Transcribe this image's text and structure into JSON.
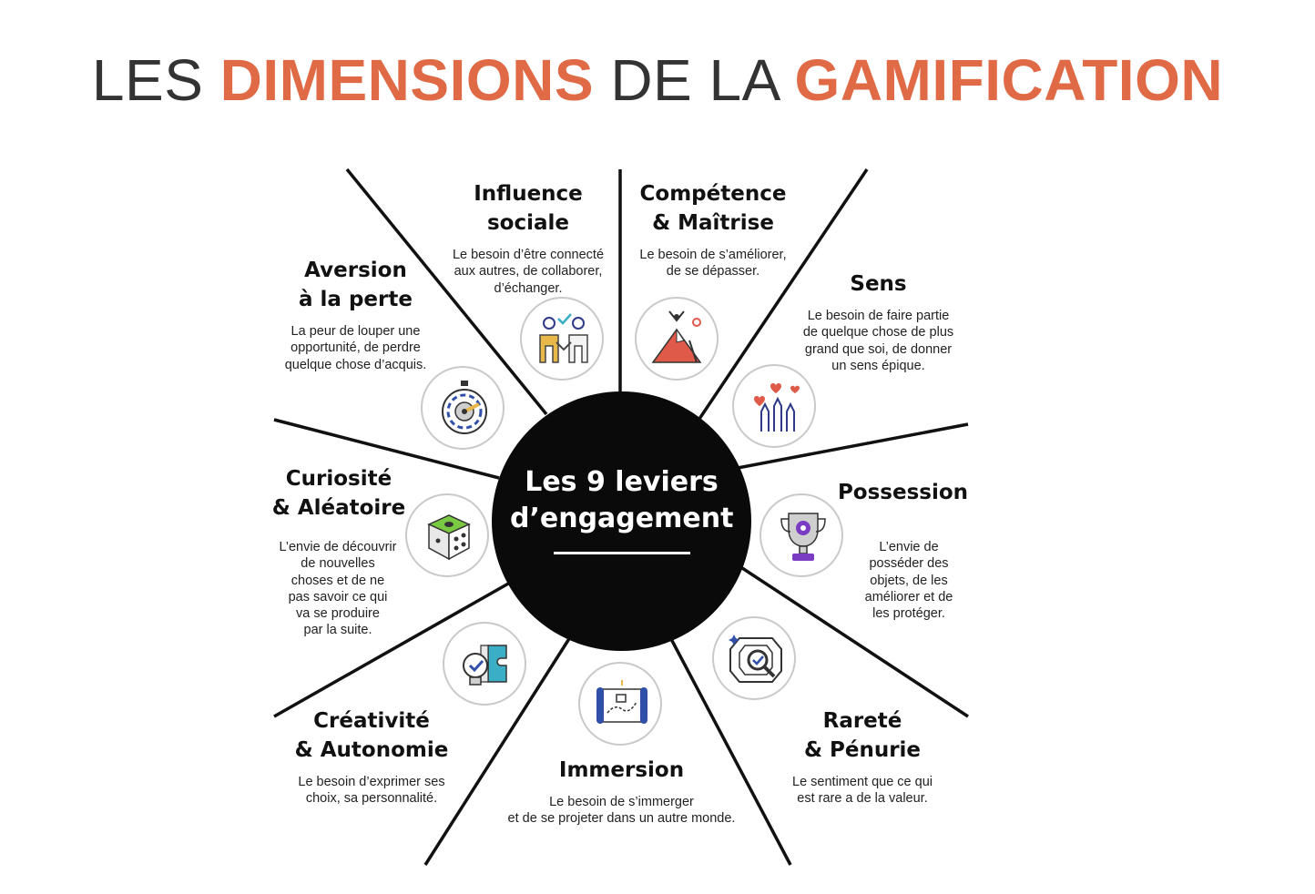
{
  "title": {
    "part1": "LES ",
    "accent1": "DIMENSIONS",
    "part2": " DE LA ",
    "accent2": "GAMIFICATION"
  },
  "colors": {
    "accent": "#e06a45",
    "hub": "#0a0a0a",
    "red": "#e05a4a",
    "blue": "#2f4fa8",
    "teal": "#3aaec4",
    "purple": "#7a3cc2",
    "green": "#7ac943",
    "gold": "#e8b94a"
  },
  "hub": {
    "line1": "Les 9 leviers",
    "line2": "d’engagement"
  },
  "levers": {
    "influence": {
      "title1": "Influence",
      "title2": "sociale",
      "desc": [
        "Le besoin d’être connecté",
        "aux autres, de collaborer,",
        "d’échanger."
      ],
      "icon": "collaboration-icon"
    },
    "competence": {
      "title1": "Compétence",
      "title2": "& Maîtrise",
      "desc": [
        "Le besoin de s’améliorer,",
        "de se dépasser."
      ],
      "icon": "mountain-summit-icon"
    },
    "sens": {
      "title1": "Sens",
      "desc": [
        "Le besoin de faire partie",
        "de quelque chose de plus",
        "grand que soi, de donner",
        "un sens épique."
      ],
      "icon": "raised-hands-hearts-icon"
    },
    "possession": {
      "title1": "Possession",
      "desc": [
        "L’envie de",
        "posséder des",
        "objets, de les",
        "améliorer et de",
        "les protéger."
      ],
      "icon": "trophy-icon"
    },
    "rarete": {
      "title1": "Rareté",
      "title2": "& Pénurie",
      "desc": [
        "Le sentiment que ce qui",
        "est rare a de la valeur."
      ],
      "icon": "gem-magnifier-icon"
    },
    "immersion": {
      "title1": "Immersion",
      "desc": [
        "Le besoin de s’immerger",
        "et de se projeter dans un autre monde."
      ],
      "icon": "treasure-map-icon"
    },
    "creativite": {
      "title1": "Créativité",
      "title2": "& Autonomie",
      "desc": [
        "Le besoin d’exprimer ses",
        "choix, sa personnalité."
      ],
      "icon": "lightbulb-puzzle-icon"
    },
    "curiosite": {
      "title1": "Curiosité",
      "title2": "& Aléatoire",
      "desc": [
        "L’envie de découvrir",
        "de nouvelles",
        "choses et de ne",
        "pas savoir ce qui",
        "va se produire",
        "par la suite."
      ],
      "icon": "dice-icon"
    },
    "aversion": {
      "title1": "Aversion",
      "title2": "à la perte",
      "desc": [
        "La peur de louper une",
        "opportunité, de perdre",
        "quelque chose d’acquis."
      ],
      "icon": "stopwatch-icon"
    }
  }
}
